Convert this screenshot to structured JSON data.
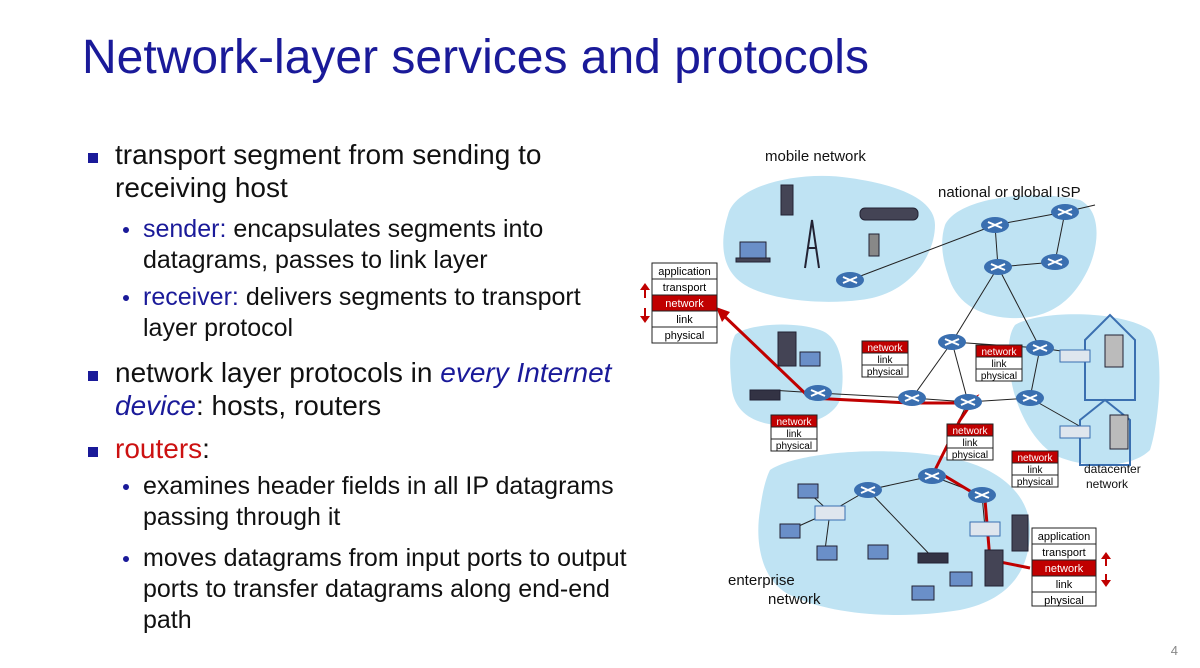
{
  "slide": {
    "title": "Network-layer  services and protocols",
    "page_number": "4"
  },
  "bullets": {
    "b1": {
      "text": "transport segment from sending to receiving host"
    },
    "b1a": {
      "label": "sender:",
      "text": " encapsulates segments into datagrams, passes to link layer"
    },
    "b1b": {
      "label": "receiver:",
      "text": " delivers segments to transport layer protocol"
    },
    "b2": {
      "pre": "network layer protocols in ",
      "ital": "every Internet device",
      "post": ": hosts, routers"
    },
    "b3": {
      "label": "routers",
      "post": ":"
    },
    "b3a": {
      "text": "examines header fields in all IP datagrams passing through it"
    },
    "b3b": {
      "text": "moves datagrams from input ports to output ports to transfer datagrams along end-end path"
    }
  },
  "diagram": {
    "labels": {
      "mobile": "mobile network",
      "isp": "national or global ISP",
      "datacenter_1": "datacenter",
      "datacenter_2": "network",
      "enterprise_1": "enterprise",
      "enterprise_2": "network"
    },
    "stacks": {
      "host_left": [
        "application",
        "transport",
        "network",
        "link",
        "physical"
      ],
      "host_right": [
        "application",
        "transport",
        "network",
        "link",
        "physical"
      ],
      "router": [
        "network",
        "link",
        "physical"
      ]
    },
    "colors": {
      "cloud": "#bfe3f3",
      "network_layer": "#c00000",
      "path": "#c00000",
      "router": "#3a6fb0"
    }
  }
}
